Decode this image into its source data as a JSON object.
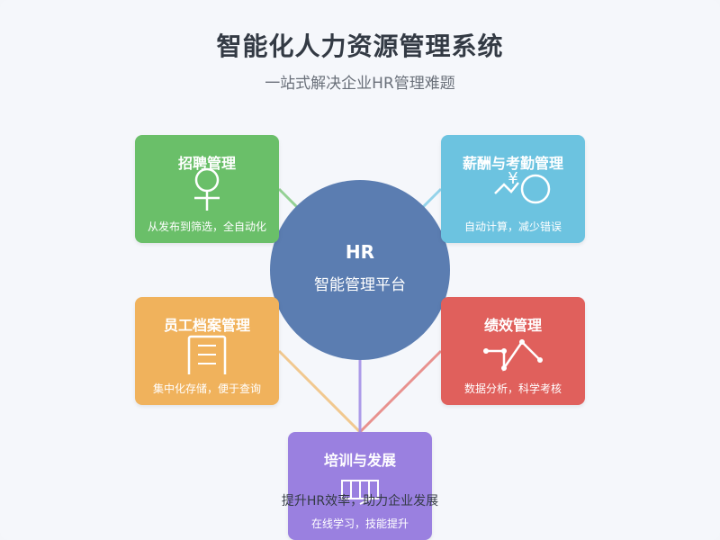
{
  "header": {
    "title": "智能化人力资源管理系统",
    "subtitle": "一站式解决企业HR管理难题"
  },
  "hub": {
    "title": "HR",
    "subtitle": "智能管理平台",
    "color": "#5b7db1"
  },
  "modules": [
    {
      "title": "招聘管理",
      "desc": "从发布到筛选，全自动化",
      "color": "#6abf69",
      "icon": "person-icon"
    },
    {
      "title": "薪酬与考勤管理",
      "desc": "自动计算，减少错误",
      "color": "#6cc3e0",
      "icon": "salary-clock-icon"
    },
    {
      "title": "员工档案管理",
      "desc": "集中化存储，便于查询",
      "color": "#f0b25c",
      "icon": "document-icon"
    },
    {
      "title": "绩效管理",
      "desc": "数据分析，科学考核",
      "color": "#e0605c",
      "icon": "line-chart-icon"
    },
    {
      "title": "培训与发展",
      "desc": "在线学习，技能提升",
      "color": "#9a80e0",
      "icon": "training-icon"
    }
  ],
  "footer": {
    "tagline": "提升HR效率，助力企业发展"
  }
}
